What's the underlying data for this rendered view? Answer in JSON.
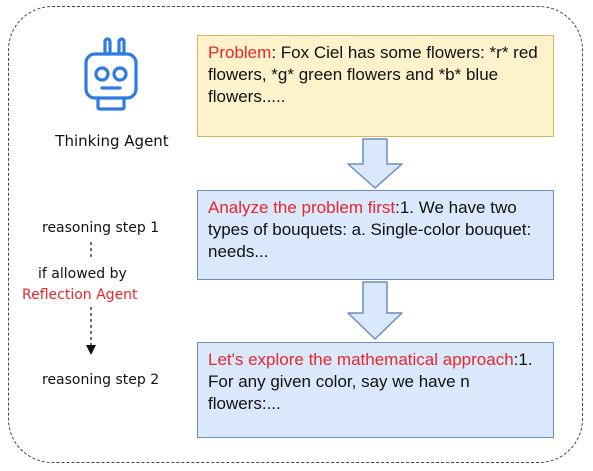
{
  "agent": {
    "label": "Thinking Agent",
    "icon": "robot-icon"
  },
  "problem_box": {
    "prefix": "Problem",
    "text": ": Fox Ciel has some flowers: *r* red flowers, *g* green flowers and *b* blue flowers....."
  },
  "step1_box": {
    "prefix": "Analyze the problem first",
    "text": ":1. We have two types of bouquets:  a. Single-color bouquet: needs..."
  },
  "step2_box": {
    "prefix": "Let's explore the mathematical approach",
    "text": ":1. For any given color, say we have n flowers:..."
  },
  "side": {
    "step1_label": "reasoning step 1",
    "condition_label": "if allowed by",
    "reflection_label": "Reflection Agent",
    "step2_label": "reasoning step 2"
  },
  "colors": {
    "highlight": "#e8262b",
    "problem_fill": "#fdf2cc",
    "step_fill": "#dae8fc",
    "arrow_fill": "#dae8fc",
    "arrow_stroke": "#6c8ebf",
    "robot_stroke": "#2f7be0"
  }
}
